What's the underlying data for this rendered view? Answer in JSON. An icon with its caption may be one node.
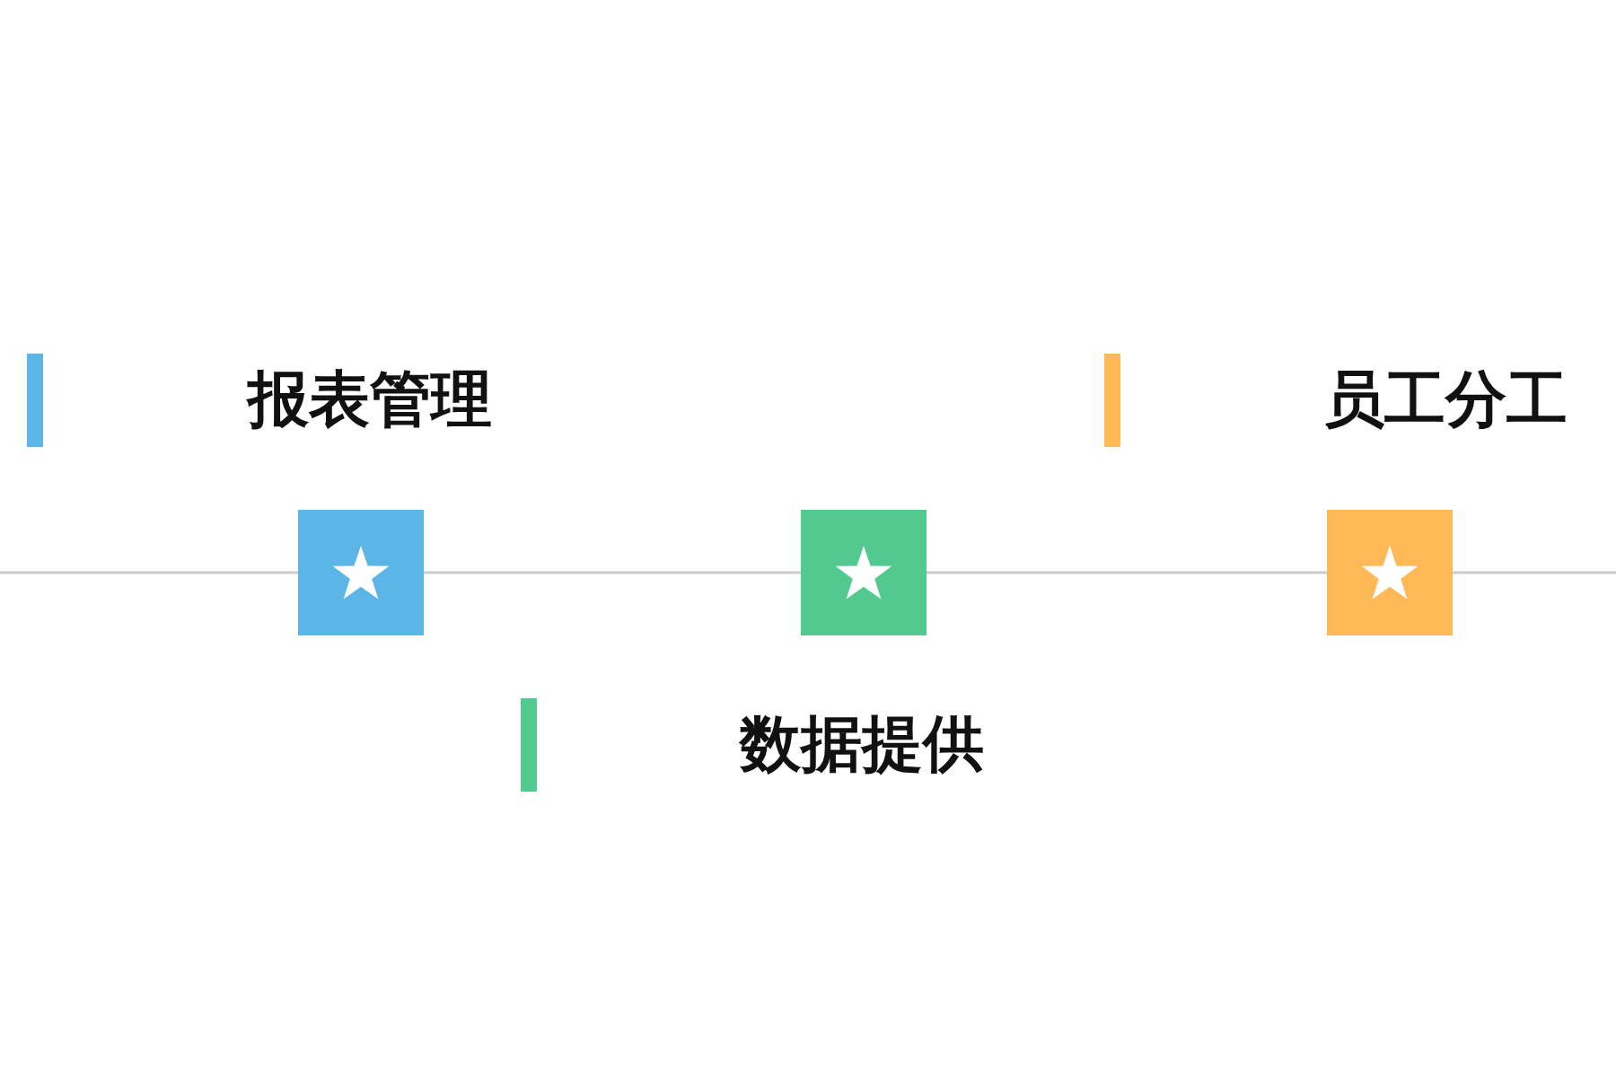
{
  "diagram": {
    "nodes": [
      {
        "text": [
          "报表管理"
        ]
      },
      {
        "text": [
          "员工分工"
        ]
      },
      {
        "text": [],
        "shape": "box"
      },
      {
        "text": [],
        "shape": "box"
      },
      {
        "text": [],
        "shape": "box"
      },
      {
        "text": [
          "数据提供"
        ]
      }
    ]
  }
}
